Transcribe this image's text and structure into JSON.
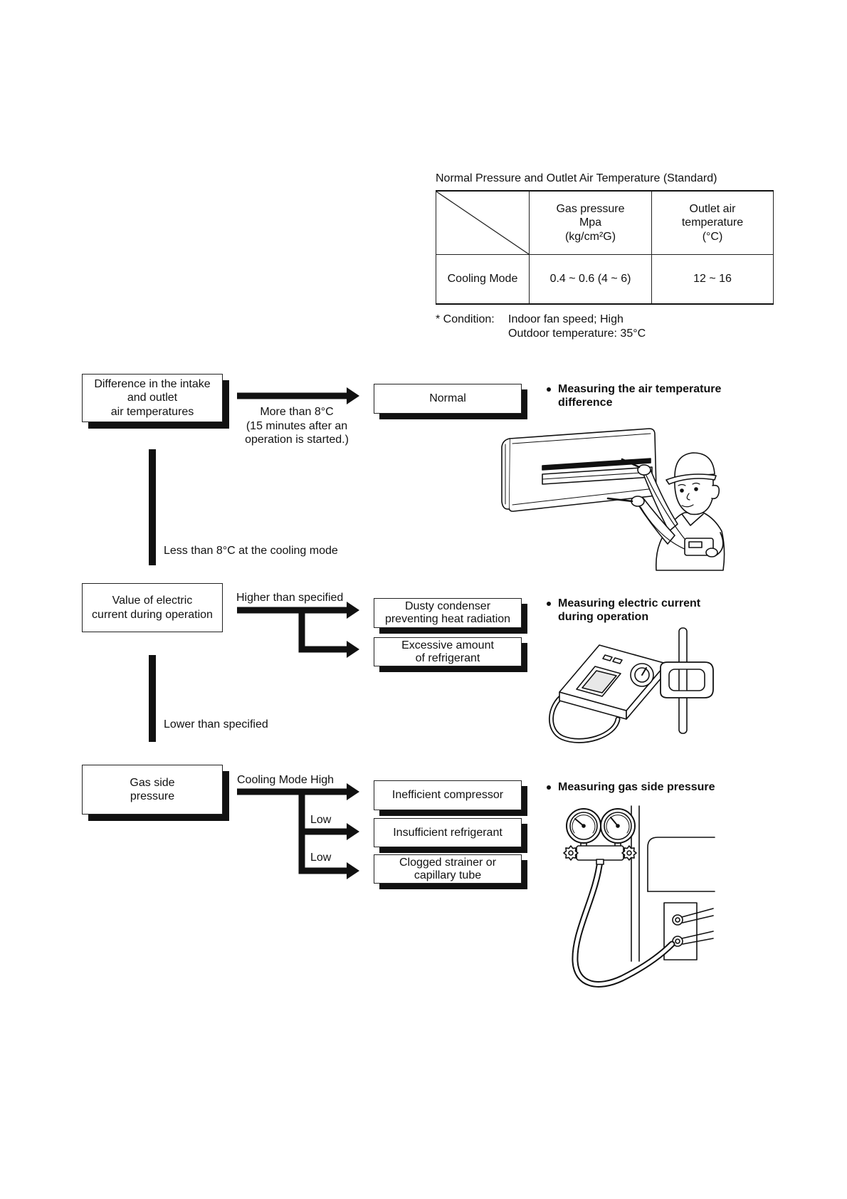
{
  "table": {
    "title": "Normal Pressure and Outlet Air Temperature (Standard)",
    "columns": [
      "Gas pressure\nMpa\n(kg/cm²G)",
      "Outlet air\ntemperature\n(°C)"
    ],
    "rows": [
      {
        "mode": "Cooling Mode",
        "gas_pressure": "0.4 ~ 0.6 (4 ~ 6)",
        "outlet_temp": "12 ~ 16"
      }
    ]
  },
  "condition": {
    "label": "* Condition:",
    "text": "Indoor fan speed; High\nOutdoor temperature: 35°C"
  },
  "flowchart": {
    "step1": {
      "check": "Difference in the intake\nand outlet\nair temperatures",
      "pass_label": "More than 8°C\n(15 minutes after an\noperation is started.)",
      "result": "Normal",
      "next_label": "Less than 8°C at the cooling mode"
    },
    "step2": {
      "check": "Value of electric\ncurrent during operation",
      "branch_label": "Higher than specified",
      "results": [
        "Dusty condenser\npreventing heat radiation",
        "Excessive amount\nof refrigerant"
      ],
      "next_label": "Lower than specified"
    },
    "step3": {
      "check": "Gas side\npressure",
      "labels": [
        "Cooling Mode High",
        "Low",
        "Low"
      ],
      "results": [
        "Inefficient compressor",
        "Insufficient refrigerant",
        "Clogged strainer or\ncapillary tube"
      ]
    }
  },
  "measurements": [
    {
      "text": "Measuring the air temperature\ndifference",
      "illustration": "air-temperature-measurement-illustration"
    },
    {
      "text": "Measuring electric current\nduring operation",
      "illustration": "clamp-meter-illustration"
    },
    {
      "text": "Measuring gas side pressure",
      "illustration": "gauge-manifold-illustration"
    }
  ]
}
